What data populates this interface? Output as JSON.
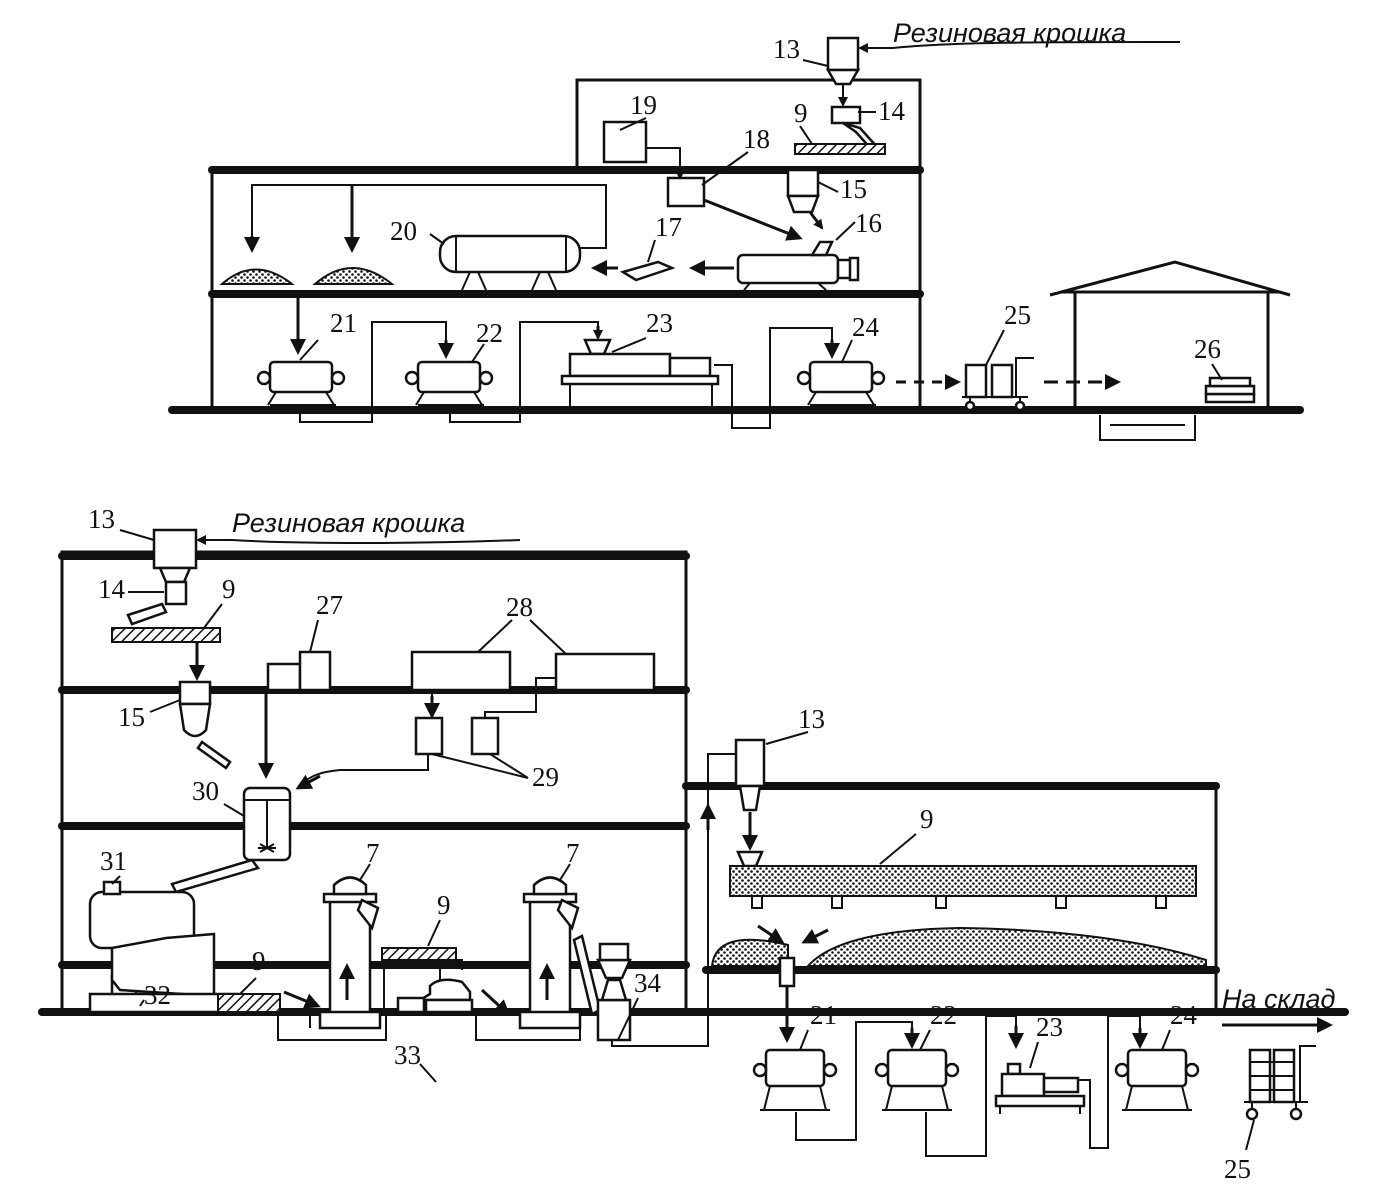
{
  "labels": {
    "rubber_crumb": "Резиновая крошка",
    "to_warehouse": "На склад"
  },
  "top_numbers": {
    "n13": "13",
    "n14": "14",
    "n9": "9",
    "n19": "19",
    "n18": "18",
    "n15": "15",
    "n16": "16",
    "n17": "17",
    "n20": "20",
    "n21": "21",
    "n22": "22",
    "n23": "23",
    "n24": "24",
    "n25": "25",
    "n26": "26"
  },
  "bottom_numbers": {
    "n13a": "13",
    "n14": "14",
    "n9a": "9",
    "n27": "27",
    "n28": "28",
    "n15": "15",
    "n29": "29",
    "n30": "30",
    "n31": "31",
    "n7a": "7",
    "n7b": "7",
    "n9b": "9",
    "n32": "32",
    "n9c": "9",
    "n33": "33",
    "n34": "34",
    "n13b": "13",
    "n9d": "9",
    "n21": "21",
    "n22": "22",
    "n23": "23",
    "n24": "24",
    "n25": "25"
  }
}
